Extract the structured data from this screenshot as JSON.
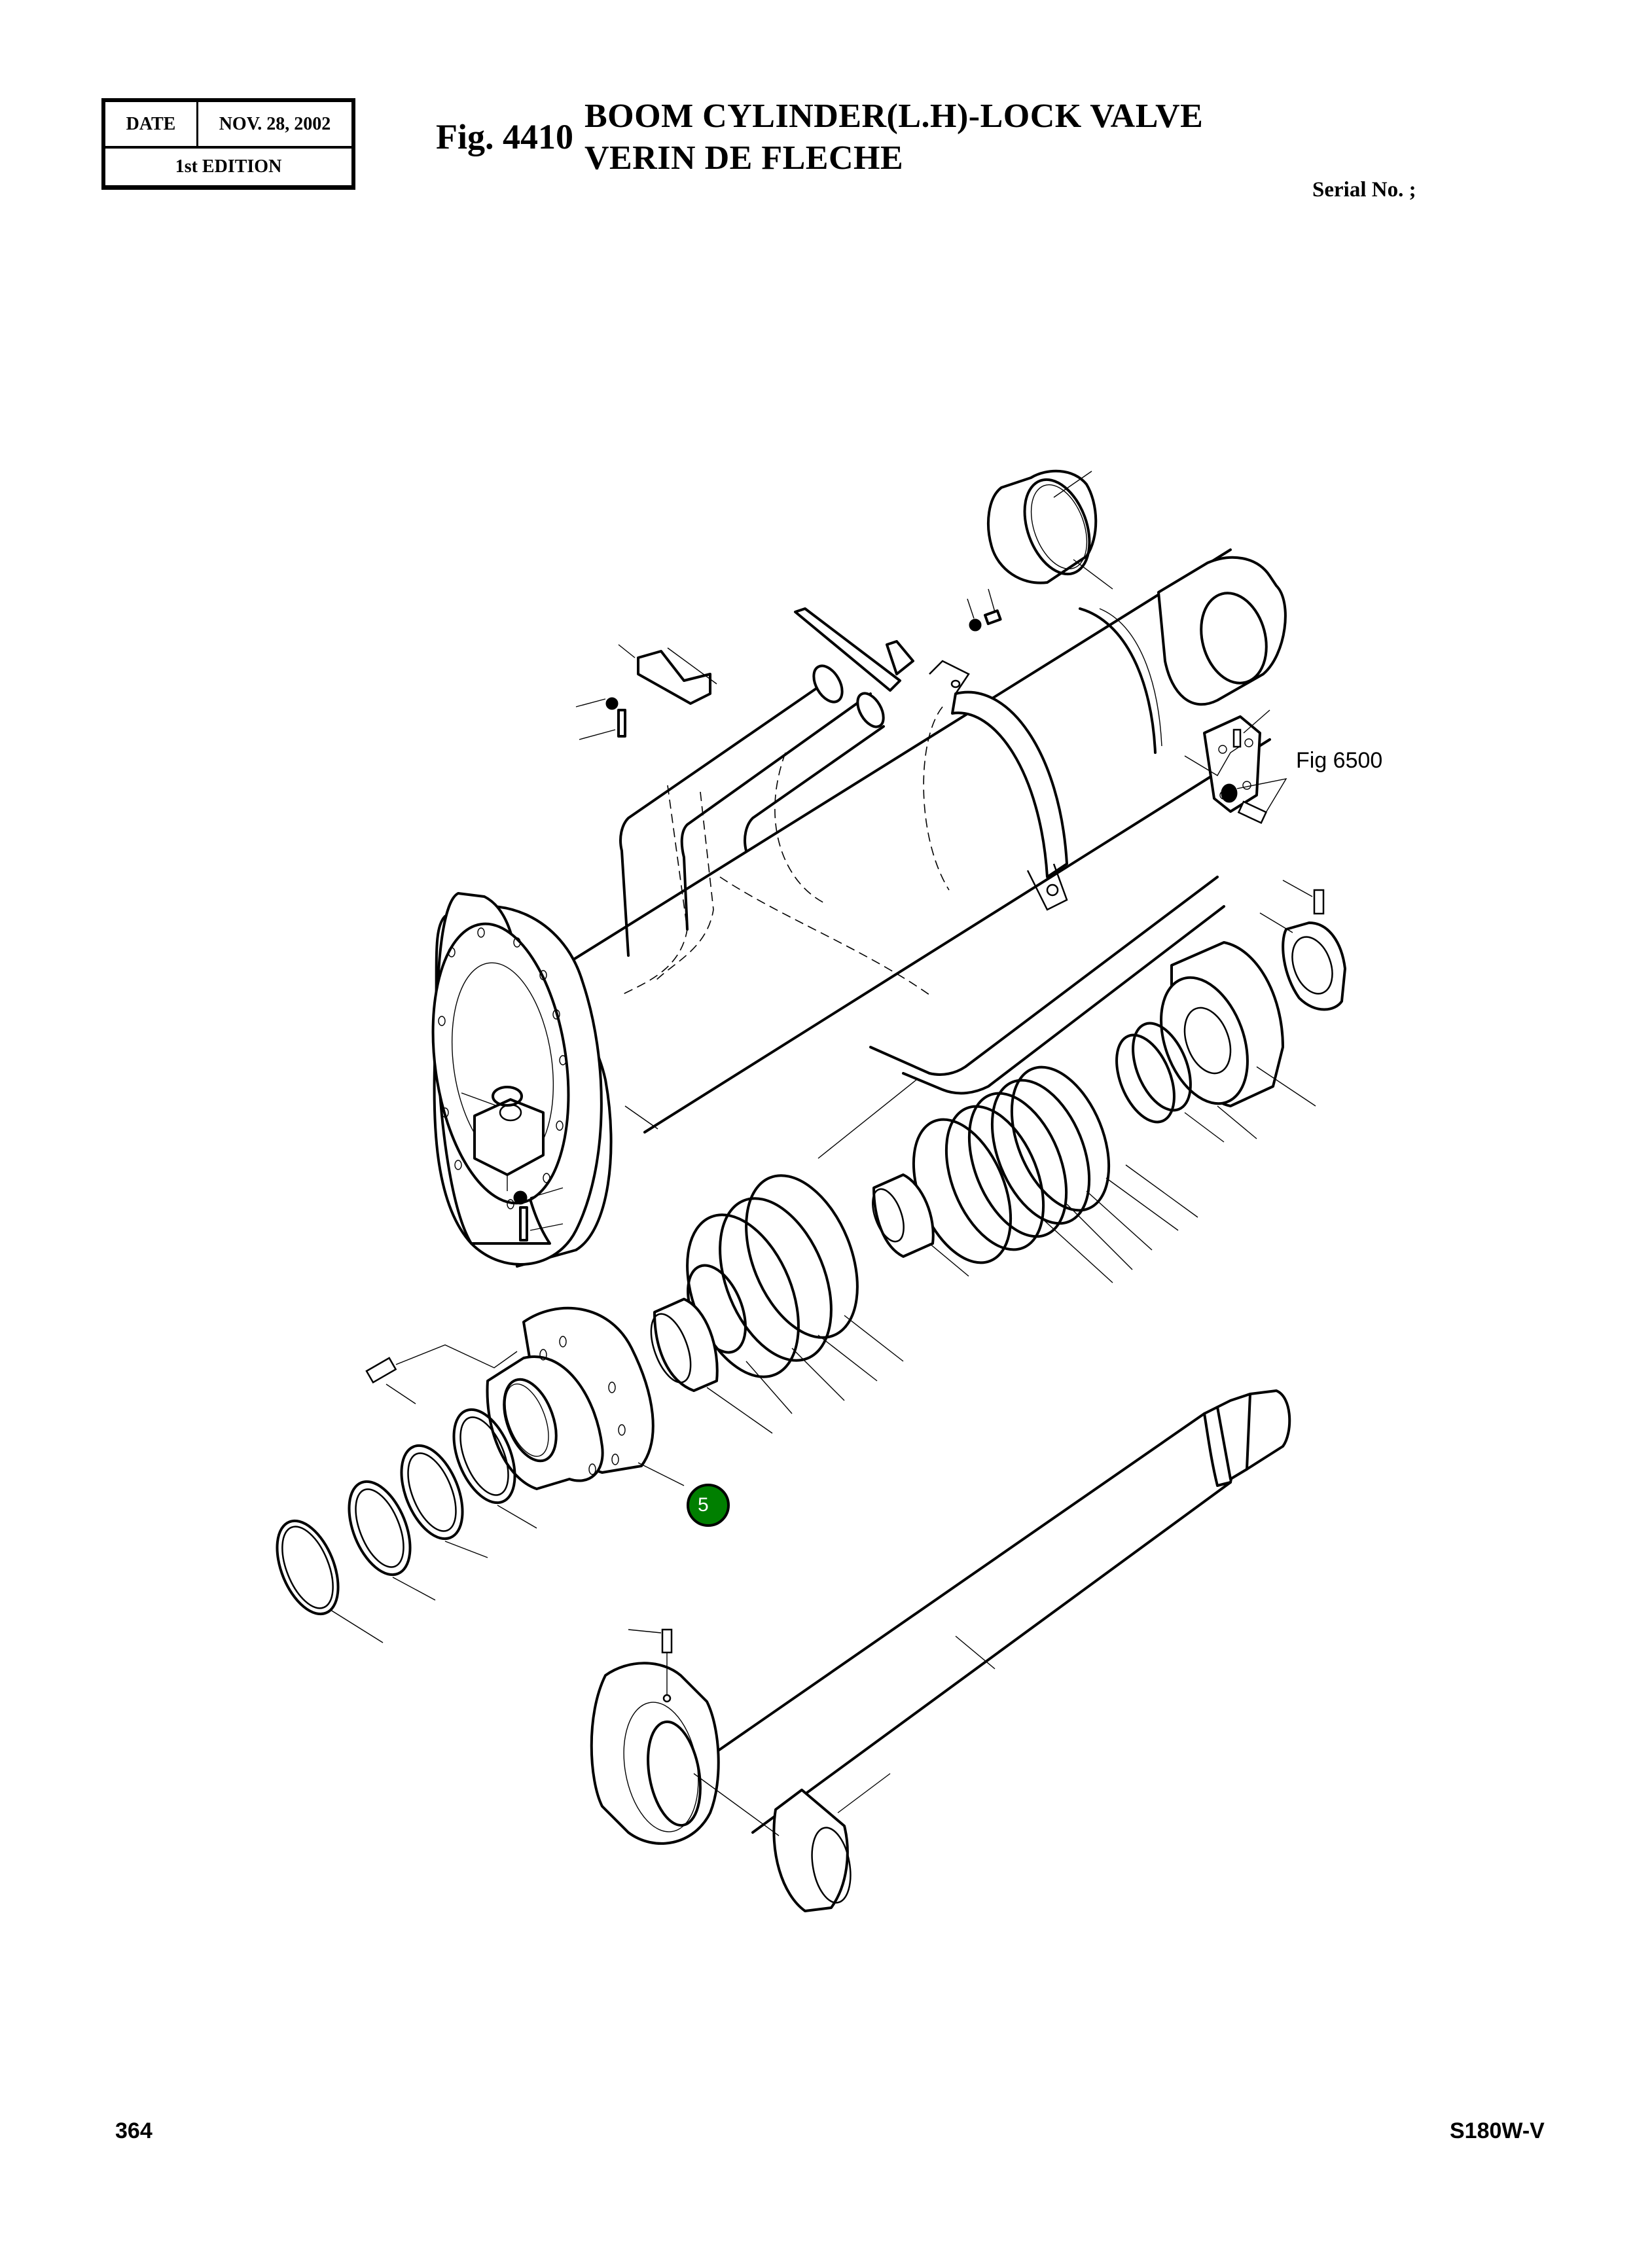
{
  "header": {
    "date_label": "DATE",
    "date_value": "NOV.  28, 2002",
    "edition": "1st EDITION",
    "figure_number": "Fig. 4410",
    "title_en": "BOOM CYLINDER(L.H)-LOCK VALVE",
    "title_fr": "VERIN DE FLECHE",
    "serial_label": "Serial No. ;"
  },
  "drawing": {
    "subject": "exploded-view-boom-cylinder",
    "references": [
      {
        "label": "Fig 6500"
      }
    ],
    "callouts": [
      {
        "number": "5",
        "color": "#007f00",
        "text_color": "#ffffff"
      }
    ]
  },
  "footer": {
    "page_number": "364",
    "model": "S180W-V"
  }
}
